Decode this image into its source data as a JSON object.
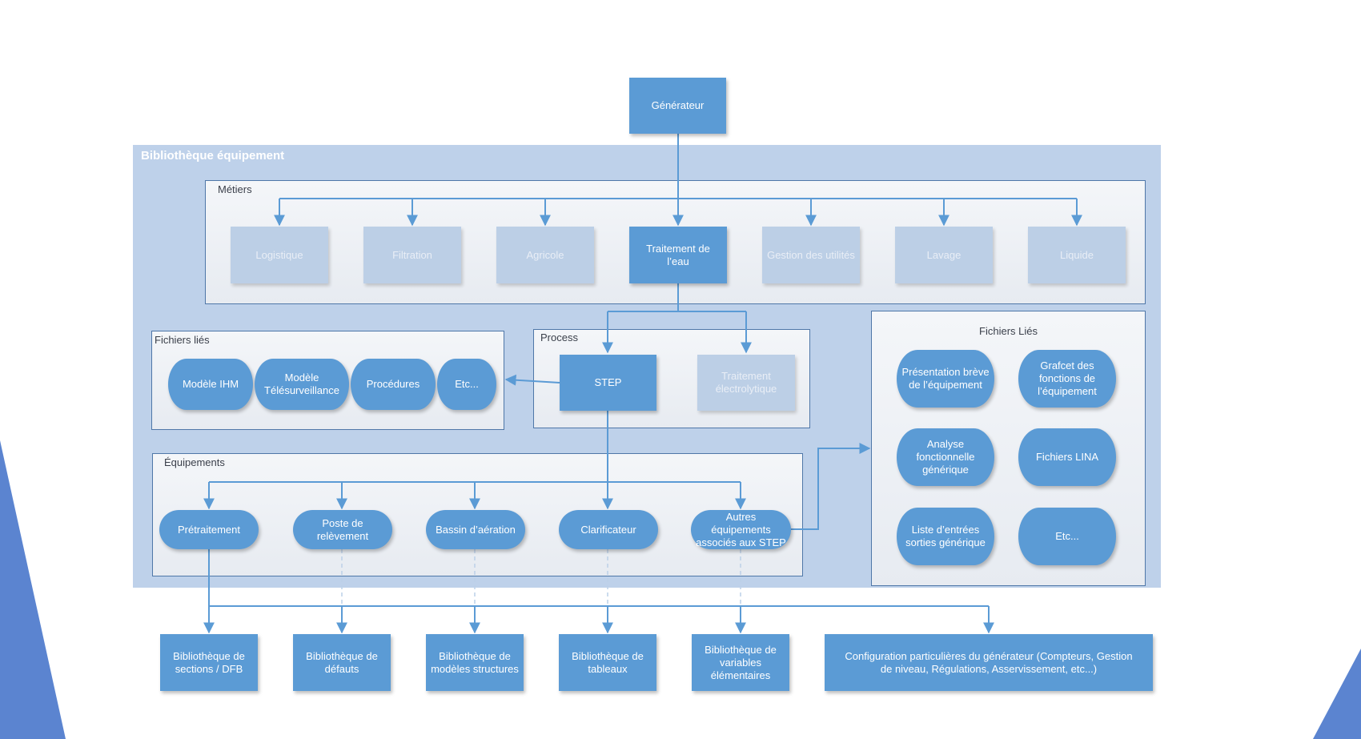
{
  "generator": "Générateur",
  "bibliotheque_title": "Bibliothèque équipement",
  "metiers": {
    "title": "Métiers",
    "items": [
      "Logistique",
      "Filtration",
      "Agricole",
      "Traitement de l’eau",
      "Gestion des utilités",
      "Lavage",
      "Liquide"
    ]
  },
  "fichiers_lies_left": {
    "title": "Fichiers liés",
    "items": [
      "Modèle IHM",
      "Modèle Télésurveillance",
      "Procédures",
      "Etc..."
    ]
  },
  "process": {
    "title": "Process",
    "items": [
      "STEP",
      "Traitement électrolytique"
    ]
  },
  "equipements": {
    "title": "Équipements",
    "items": [
      "Prétraitement",
      "Poste de relèvement",
      "Bassin d’aération",
      "Clarificateur",
      "Autres équipements associés aux STEP"
    ]
  },
  "fichiers_lies_right": {
    "title": "Fichiers Liés",
    "items": [
      "Présentation brève de l’équipement",
      "Grafcet des fonctions de l’équipement",
      "Analyse fonctionnelle générique",
      "Fichiers LINA",
      "Liste d’entrées sorties générique",
      "Etc..."
    ]
  },
  "bibliotheques": [
    "Bibliothèque de sections / DFB",
    "Bibliothèque de défauts",
    "Bibliothèque de modèles structures",
    "Bibliothèque de tableaux",
    "Bibliothèque de variables élémentaires",
    "Configuration particulières du générateur (Compteurs, Gestion de niveau, Régulations, Asservissement, etc...)"
  ],
  "colors": {
    "accent": "#5b9bd5",
    "inactive": "#bccfe6",
    "group_bg": "#bed1ea",
    "border": "#4f77a8"
  }
}
